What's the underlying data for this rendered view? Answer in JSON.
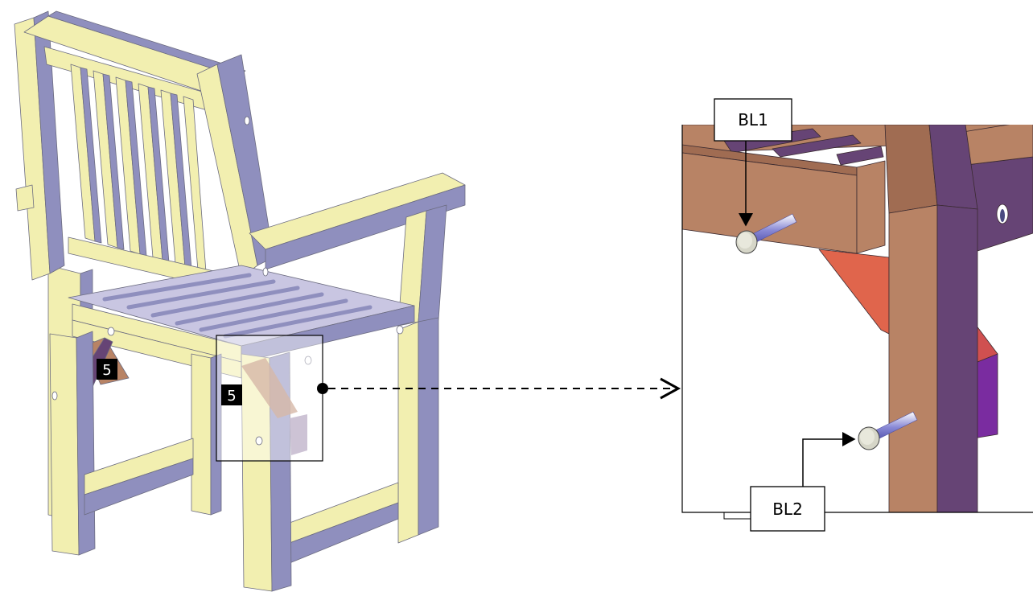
{
  "part_markers": [
    "5",
    "5"
  ],
  "callouts": {
    "top_label": "BL1",
    "bottom_label": "BL2"
  },
  "colors": {
    "wood_light": "#f2efb0",
    "wood_shade": "#8f8fbe",
    "wood_detail_front": "#b88365",
    "wood_detail_side": "#664475",
    "brace": "#e0654c",
    "brace_side": "#7a2ca0",
    "bolt": "#d6d6c8"
  }
}
